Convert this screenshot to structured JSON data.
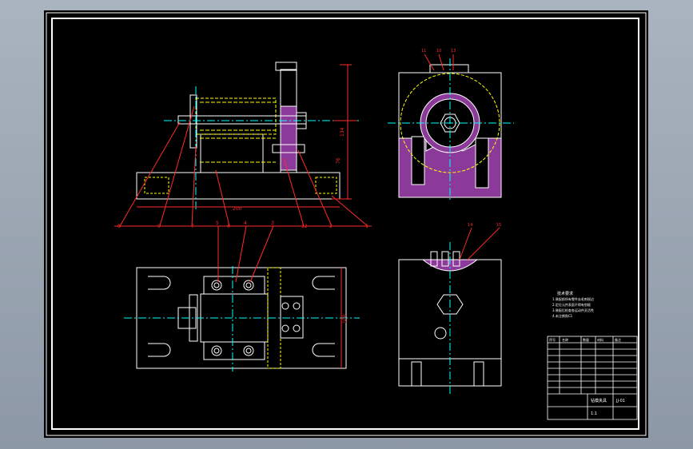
{
  "app": {
    "kind": "cad-drawing-viewer",
    "background": "#000000",
    "colors": {
      "outline": "#ffffff",
      "dimension": "#ff2a2a",
      "hidden": "#ffff00",
      "center": "#00ffff",
      "section_fill": "#8b3a9a",
      "frame_bg": "#9aa5b2"
    }
  },
  "front_view": {
    "dims": {
      "overall_length": "200",
      "height_1": "134",
      "height_2": "76"
    },
    "part_callouts": [
      "8",
      "9",
      "7",
      "6",
      "12",
      "2",
      "1"
    ]
  },
  "top_view": {
    "part_callouts": [
      "5",
      "4",
      "3"
    ],
    "dims": {
      "width": "100"
    }
  },
  "side_view": {
    "part_callouts": [
      "11",
      "10",
      "13"
    ]
  },
  "detail_view": {
    "part_callouts": [
      "14",
      "15"
    ]
  },
  "notes": {
    "title": "技术要求",
    "lines": [
      "1.装配前所有零件去毛刺锐边",
      "2.定位元件表面不得有划痕",
      "3.装配后检查各运动件灵活性",
      "4.未注倒角C1"
    ]
  },
  "title_block": {
    "drawing_name": "钻模夹具",
    "drawing_number": "JJ-01",
    "scale": "1:1",
    "rows": [
      "序号",
      "名称",
      "数量",
      "材料",
      "备注"
    ]
  }
}
